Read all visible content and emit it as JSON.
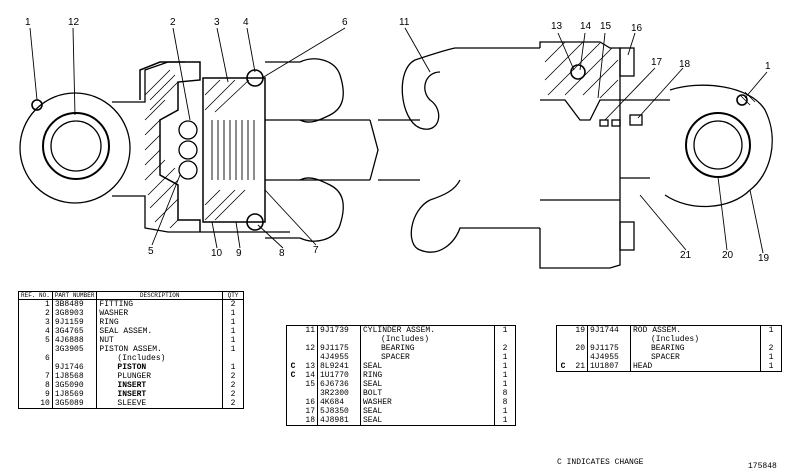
{
  "callouts": {
    "c1a": "1",
    "c12": "12",
    "c2": "2",
    "c3": "3",
    "c4": "4",
    "c6": "6",
    "c5": "5",
    "c10": "10",
    "c9": "9",
    "c8": "8",
    "c7": "7",
    "c11": "11",
    "c13": "13",
    "c14": "14",
    "c15": "15",
    "c16": "16",
    "c17": "17",
    "c18": "18",
    "c1b": "1",
    "c21": "21",
    "c20": "20",
    "c19": "19"
  },
  "table_headers": {
    "ref": "REF. NO.",
    "part": "PART NUMBER",
    "desc": "DESCRIPTION",
    "qty": "QTY"
  },
  "table1": [
    {
      "ref": "1",
      "pn": "3B8489",
      "desc": "FITTING",
      "qty": "2"
    },
    {
      "ref": "2",
      "pn": "3G8903",
      "desc": "WASHER",
      "qty": "1"
    },
    {
      "ref": "3",
      "pn": "9J1159",
      "desc": "RING",
      "qty": "1"
    },
    {
      "ref": "4",
      "pn": "3G4765",
      "desc": "SEAL ASSEM.",
      "qty": "1"
    },
    {
      "ref": "5",
      "pn": "4J6888",
      "desc": "NUT",
      "qty": "1"
    },
    {
      "ref": "",
      "pn": "3G3905",
      "desc": "PISTON ASSEM.",
      "qty": "1"
    },
    {
      "ref": "6",
      "pn": "",
      "desc": "(Includes)",
      "qty": ""
    },
    {
      "ref": "",
      "pn": "9J1746",
      "desc": "PISTON",
      "qty": "1"
    },
    {
      "ref": "7",
      "pn": "1J8568",
      "desc": "PLUNGER",
      "qty": "2"
    },
    {
      "ref": "8",
      "pn": "3G5090",
      "desc": "INSERT",
      "qty": "2"
    },
    {
      "ref": "9",
      "pn": "1J8569",
      "desc": "INSERT",
      "qty": "2"
    },
    {
      "ref": "10",
      "pn": "3G5089",
      "desc": "SLEEVE",
      "qty": "2"
    }
  ],
  "table2": [
    {
      "chg": "",
      "ref": "11",
      "pn": "9J1739",
      "desc": "CYLINDER ASSEM.",
      "qty": "1"
    },
    {
      "chg": "",
      "ref": "",
      "pn": "",
      "desc": "(Includes)",
      "qty": ""
    },
    {
      "chg": "",
      "ref": "12",
      "pn": "9J1175",
      "desc": "BEARING",
      "qty": "2"
    },
    {
      "chg": "",
      "ref": "",
      "pn": "4J4955",
      "desc": "SPACER",
      "qty": "1"
    },
    {
      "chg": "C",
      "ref": "13",
      "pn": "8L9241",
      "desc": "SEAL",
      "qty": "1"
    },
    {
      "chg": "C",
      "ref": "14",
      "pn": "1U1770",
      "desc": "RING",
      "qty": "1"
    },
    {
      "chg": "",
      "ref": "15",
      "pn": "6J6736",
      "desc": "SEAL",
      "qty": "1"
    },
    {
      "chg": "",
      "ref": "",
      "pn": "3R2300",
      "desc": "BOLT",
      "qty": "8"
    },
    {
      "chg": "",
      "ref": "16",
      "pn": "4K684",
      "desc": "WASHER",
      "qty": "8"
    },
    {
      "chg": "",
      "ref": "17",
      "pn": "5J8350",
      "desc": "SEAL",
      "qty": "1"
    },
    {
      "chg": "",
      "ref": "18",
      "pn": "4J8981",
      "desc": "SEAL",
      "qty": "1"
    }
  ],
  "table3": [
    {
      "chg": "",
      "ref": "19",
      "pn": "9J1744",
      "desc": "ROD ASSEM.",
      "qty": "1"
    },
    {
      "chg": "",
      "ref": "",
      "pn": "",
      "desc": "(Includes)",
      "qty": ""
    },
    {
      "chg": "",
      "ref": "20",
      "pn": "9J1175",
      "desc": "BEARING",
      "qty": "2"
    },
    {
      "chg": "",
      "ref": "",
      "pn": "4J4955",
      "desc": "SPACER",
      "qty": "1"
    },
    {
      "chg": "C",
      "ref": "21",
      "pn": "1U1807",
      "desc": "HEAD",
      "qty": "1"
    }
  ],
  "footer": {
    "change_note": "C  INDICATES CHANGE",
    "figure_number": "175848"
  }
}
